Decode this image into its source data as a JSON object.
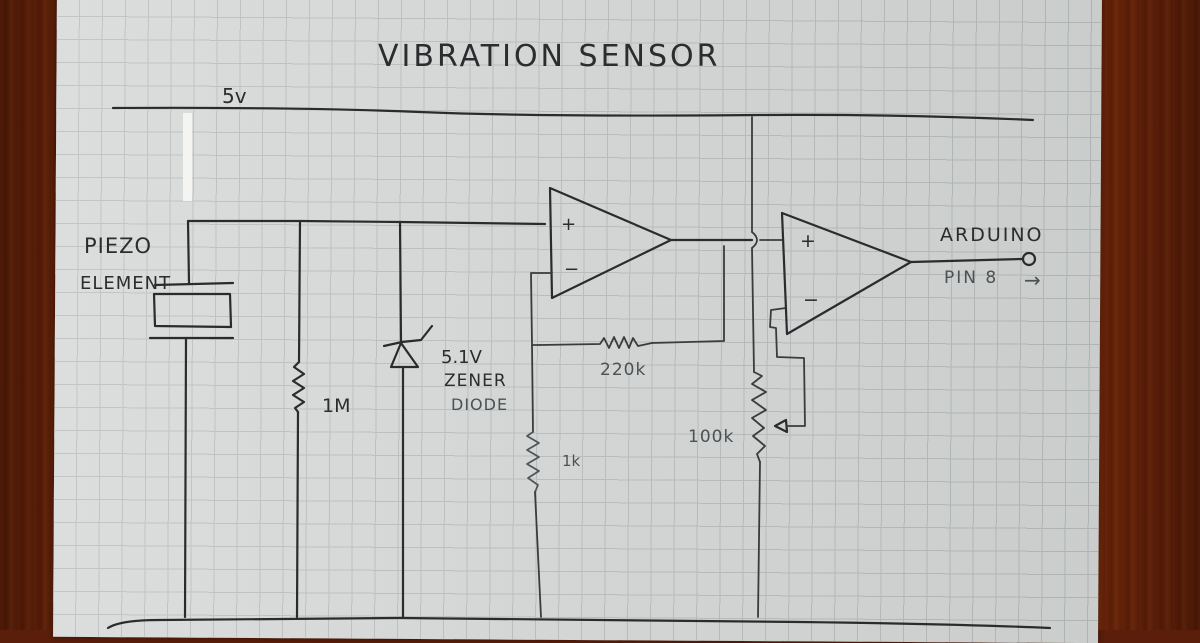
{
  "title": "VIBRATION SENSOR",
  "rails": {
    "supply_label": "5v"
  },
  "components": {
    "piezo": {
      "label_line1": "PIEZO",
      "label_line2": "ELEMENT"
    },
    "resistor_1m": {
      "label": "1M"
    },
    "zener": {
      "label_line1": "5.1V",
      "label_line2": "ZENER",
      "label_line3": "DIODE"
    },
    "resistor_1k": {
      "label": "1k"
    },
    "resistor_220k": {
      "label": "220k"
    },
    "potentiometer_100k": {
      "label": "100k"
    },
    "opamp_1": {
      "plus": "+",
      "minus": "−"
    },
    "opamp_2": {
      "plus": "+",
      "minus": "−"
    }
  },
  "output": {
    "label_line1": "ARDUINO",
    "label_line2": "PIN 8",
    "arrow": "→"
  },
  "colors": {
    "paper": "#d5d8d7",
    "grid": "#b9bcbd",
    "ink": "#2a2b2c",
    "wood": "#5e1f08"
  }
}
